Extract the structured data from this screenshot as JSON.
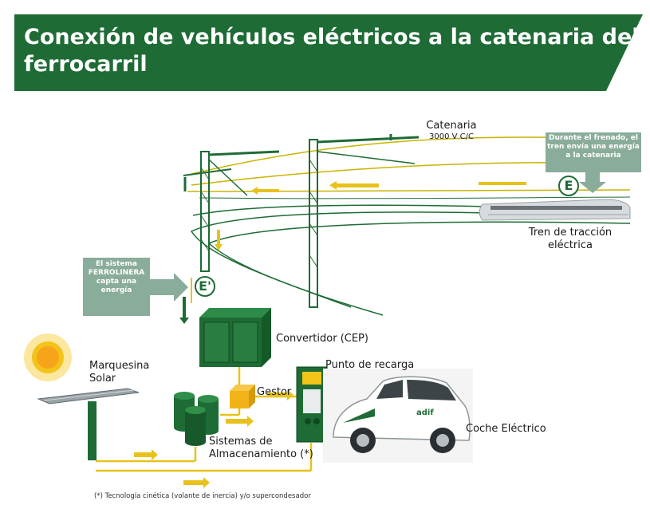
{
  "header": {
    "title_line1": "Conexión de vehículos eléctricos a la catenaria del",
    "title_line2": "ferrocarril"
  },
  "diagram": {
    "catenaria": "Catenaria",
    "catenaria_voltage": "3000 V C/C",
    "braking_note_line1": "Durante el frenado, el",
    "braking_note_line2": "tren envía una energía",
    "braking_note_line3": "a la catenaria",
    "energy_symbol": "E",
    "captured_energy_symbol": "E'",
    "train_label_line1": "Tren de tracción",
    "train_label_line2": "eléctrica",
    "ferrolinera_line1": "El sistema",
    "ferrolinera_line2": "FERROLINERA",
    "ferrolinera_line3": "capta una",
    "ferrolinera_line4": "energía",
    "converter_label": "Convertidor (CEP)",
    "charging_point_label": "Punto de recarga",
    "manager_label": "Gestor",
    "solar_label_line1": "Marquesina",
    "solar_label_line2": "Solar",
    "storage_label_line1": "Sistemas de",
    "storage_label_line2": "Almacenamiento (*)",
    "car_label": "Coche Eléctrico",
    "car_brand": "adif",
    "footnote": "(*) Tecnología cinética (volante de inercia) y/o supercondesador"
  },
  "colors": {
    "brand_green": "#1e6b35",
    "energy_yellow": "#e8c21a",
    "callout_gray": "#8aac9a"
  }
}
